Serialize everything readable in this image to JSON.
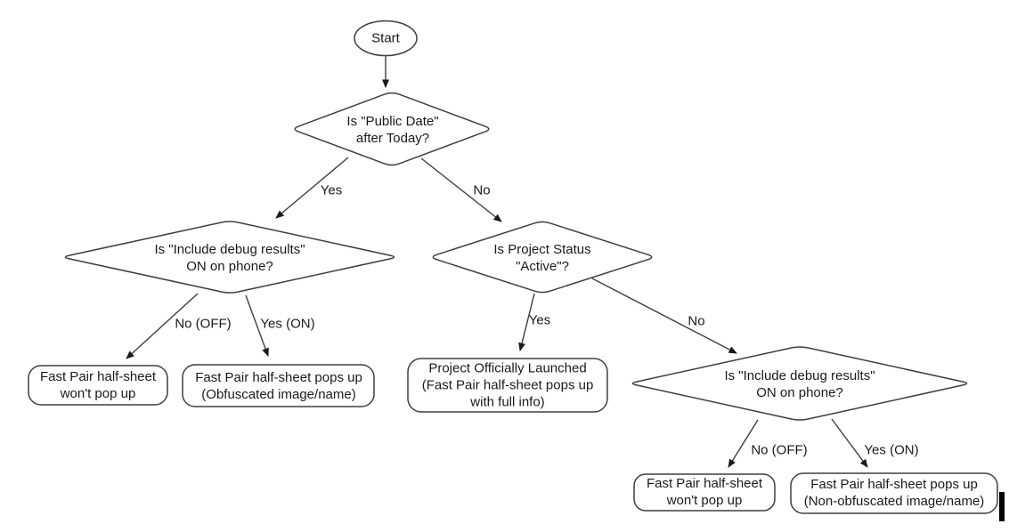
{
  "nodes": {
    "start": "Start",
    "decision_public_date": "Is \"Public Date\"\nafter Today?",
    "decision_debug_left": "Is \"Include debug results\"\nON on phone?",
    "decision_project_status": "Is Project Status\n\"Active\"?",
    "decision_debug_right": "Is \"Include debug results\"\nON on phone?",
    "result_wont_popup_left": "Fast Pair half-sheet\nwon't pop up",
    "result_obfuscated": "Fast Pair half-sheet pops up\n(Obfuscated image/name)",
    "result_launched": "Project Officially Launched\n(Fast Pair half-sheet pops up\nwith full info)",
    "result_wont_popup_right": "Fast Pair half-sheet\nwon't pop up",
    "result_non_obfuscated": "Fast Pair half-sheet pops up\n(Non-obfuscated image/name)"
  },
  "edge_labels": {
    "public_date_yes": "Yes",
    "public_date_no": "No",
    "debug_left_no": "No (OFF)",
    "debug_left_yes": "Yes (ON)",
    "status_yes": "Yes",
    "status_no": "No",
    "debug_right_no": "No (OFF)",
    "debug_right_yes": "Yes (ON)"
  },
  "colors": {
    "background": "#ffffff",
    "shape_fill": "#ffffff",
    "shape_stroke": "#3f3f3f",
    "text": "#1a1a1a",
    "arrow": "#1a1a1a"
  }
}
